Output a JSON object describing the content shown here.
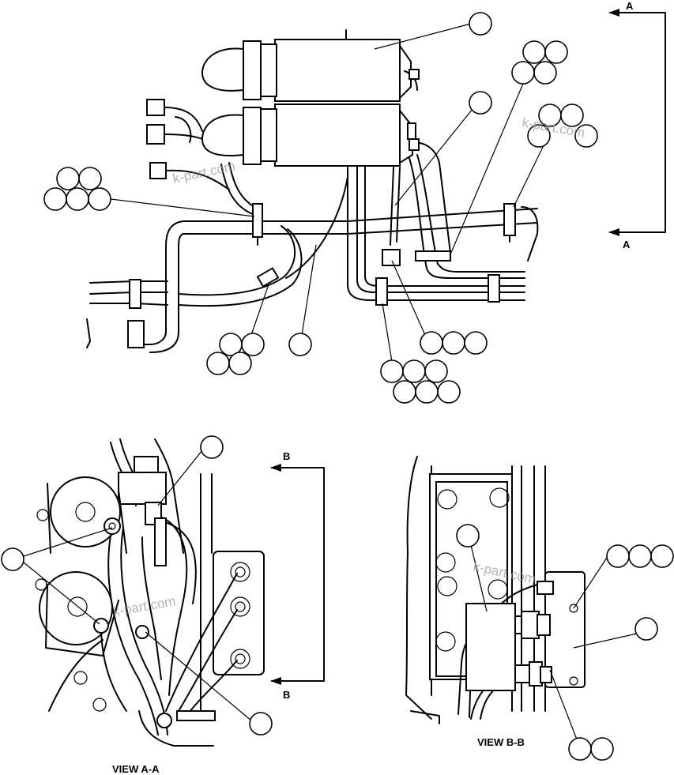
{
  "view_arrows": {
    "section_a_top": "A",
    "section_a_bottom": "A",
    "section_b_top": "B",
    "section_b_bottom": "B"
  },
  "captions": {
    "view_aa": "VIEW A-A",
    "view_bb": "VIEW B-B"
  },
  "watermarks": [
    "k-part.com",
    "k-part.com",
    "k-part.com",
    "k-part.com"
  ]
}
